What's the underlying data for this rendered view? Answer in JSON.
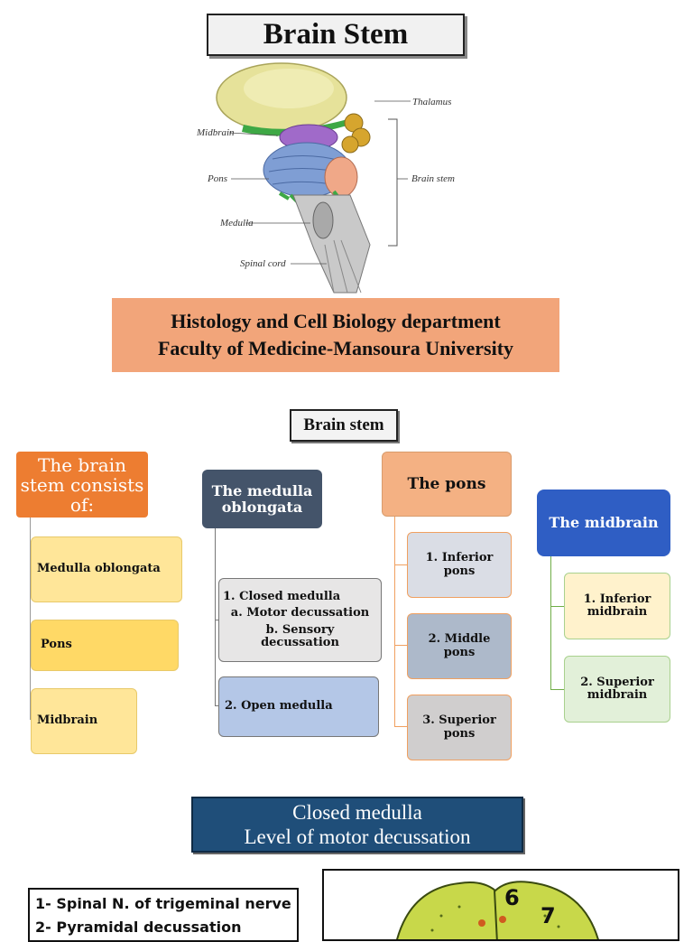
{
  "page_title": "Brain Stem",
  "illustration": {
    "labels": {
      "thalamus": "Thalamus",
      "midbrain": "Midbrain",
      "pons": "Pons",
      "brain_stem": "Brain stem",
      "medulla": "Medulla",
      "spinal_cord": "Spinal cord"
    }
  },
  "department": {
    "line1": "Histology and Cell Biology department",
    "line2": "Faculty of Medicine-Mansoura University"
  },
  "section_title": "Brain stem",
  "diagram": {
    "consists": {
      "heading": "The brain stem consists of:",
      "items": [
        "Medulla oblongata",
        "Pons",
        "Midbrain"
      ]
    },
    "medulla": {
      "heading": "The medulla oblongata",
      "closed_line1": "1. Closed medulla",
      "closed_line2": "a. Motor decussation",
      "closed_line3": "b. Sensory decussation",
      "open": "2. Open medulla"
    },
    "pons": {
      "heading": "The pons",
      "items": [
        "1. Inferior pons",
        "2. Middle pons",
        "3. Superior pons"
      ]
    },
    "midbrain": {
      "heading": "The midbrain",
      "items": [
        "1. Inferior midbrain",
        "2. Superior midbrain"
      ]
    }
  },
  "closed_medulla": {
    "line1": "Closed medulla",
    "line2": "Level of motor decussation"
  },
  "legend": {
    "items": [
      "1- Spinal N. of trigeminal nerve",
      "2- Pyramidal decussation"
    ]
  },
  "section_numbers": [
    "6",
    "7"
  ],
  "colors": {
    "orange": "#ed7d31",
    "slate": "#44546a",
    "salmon": "#f4b183",
    "blue": "#2f5ec4",
    "navy": "#1f4e79"
  }
}
